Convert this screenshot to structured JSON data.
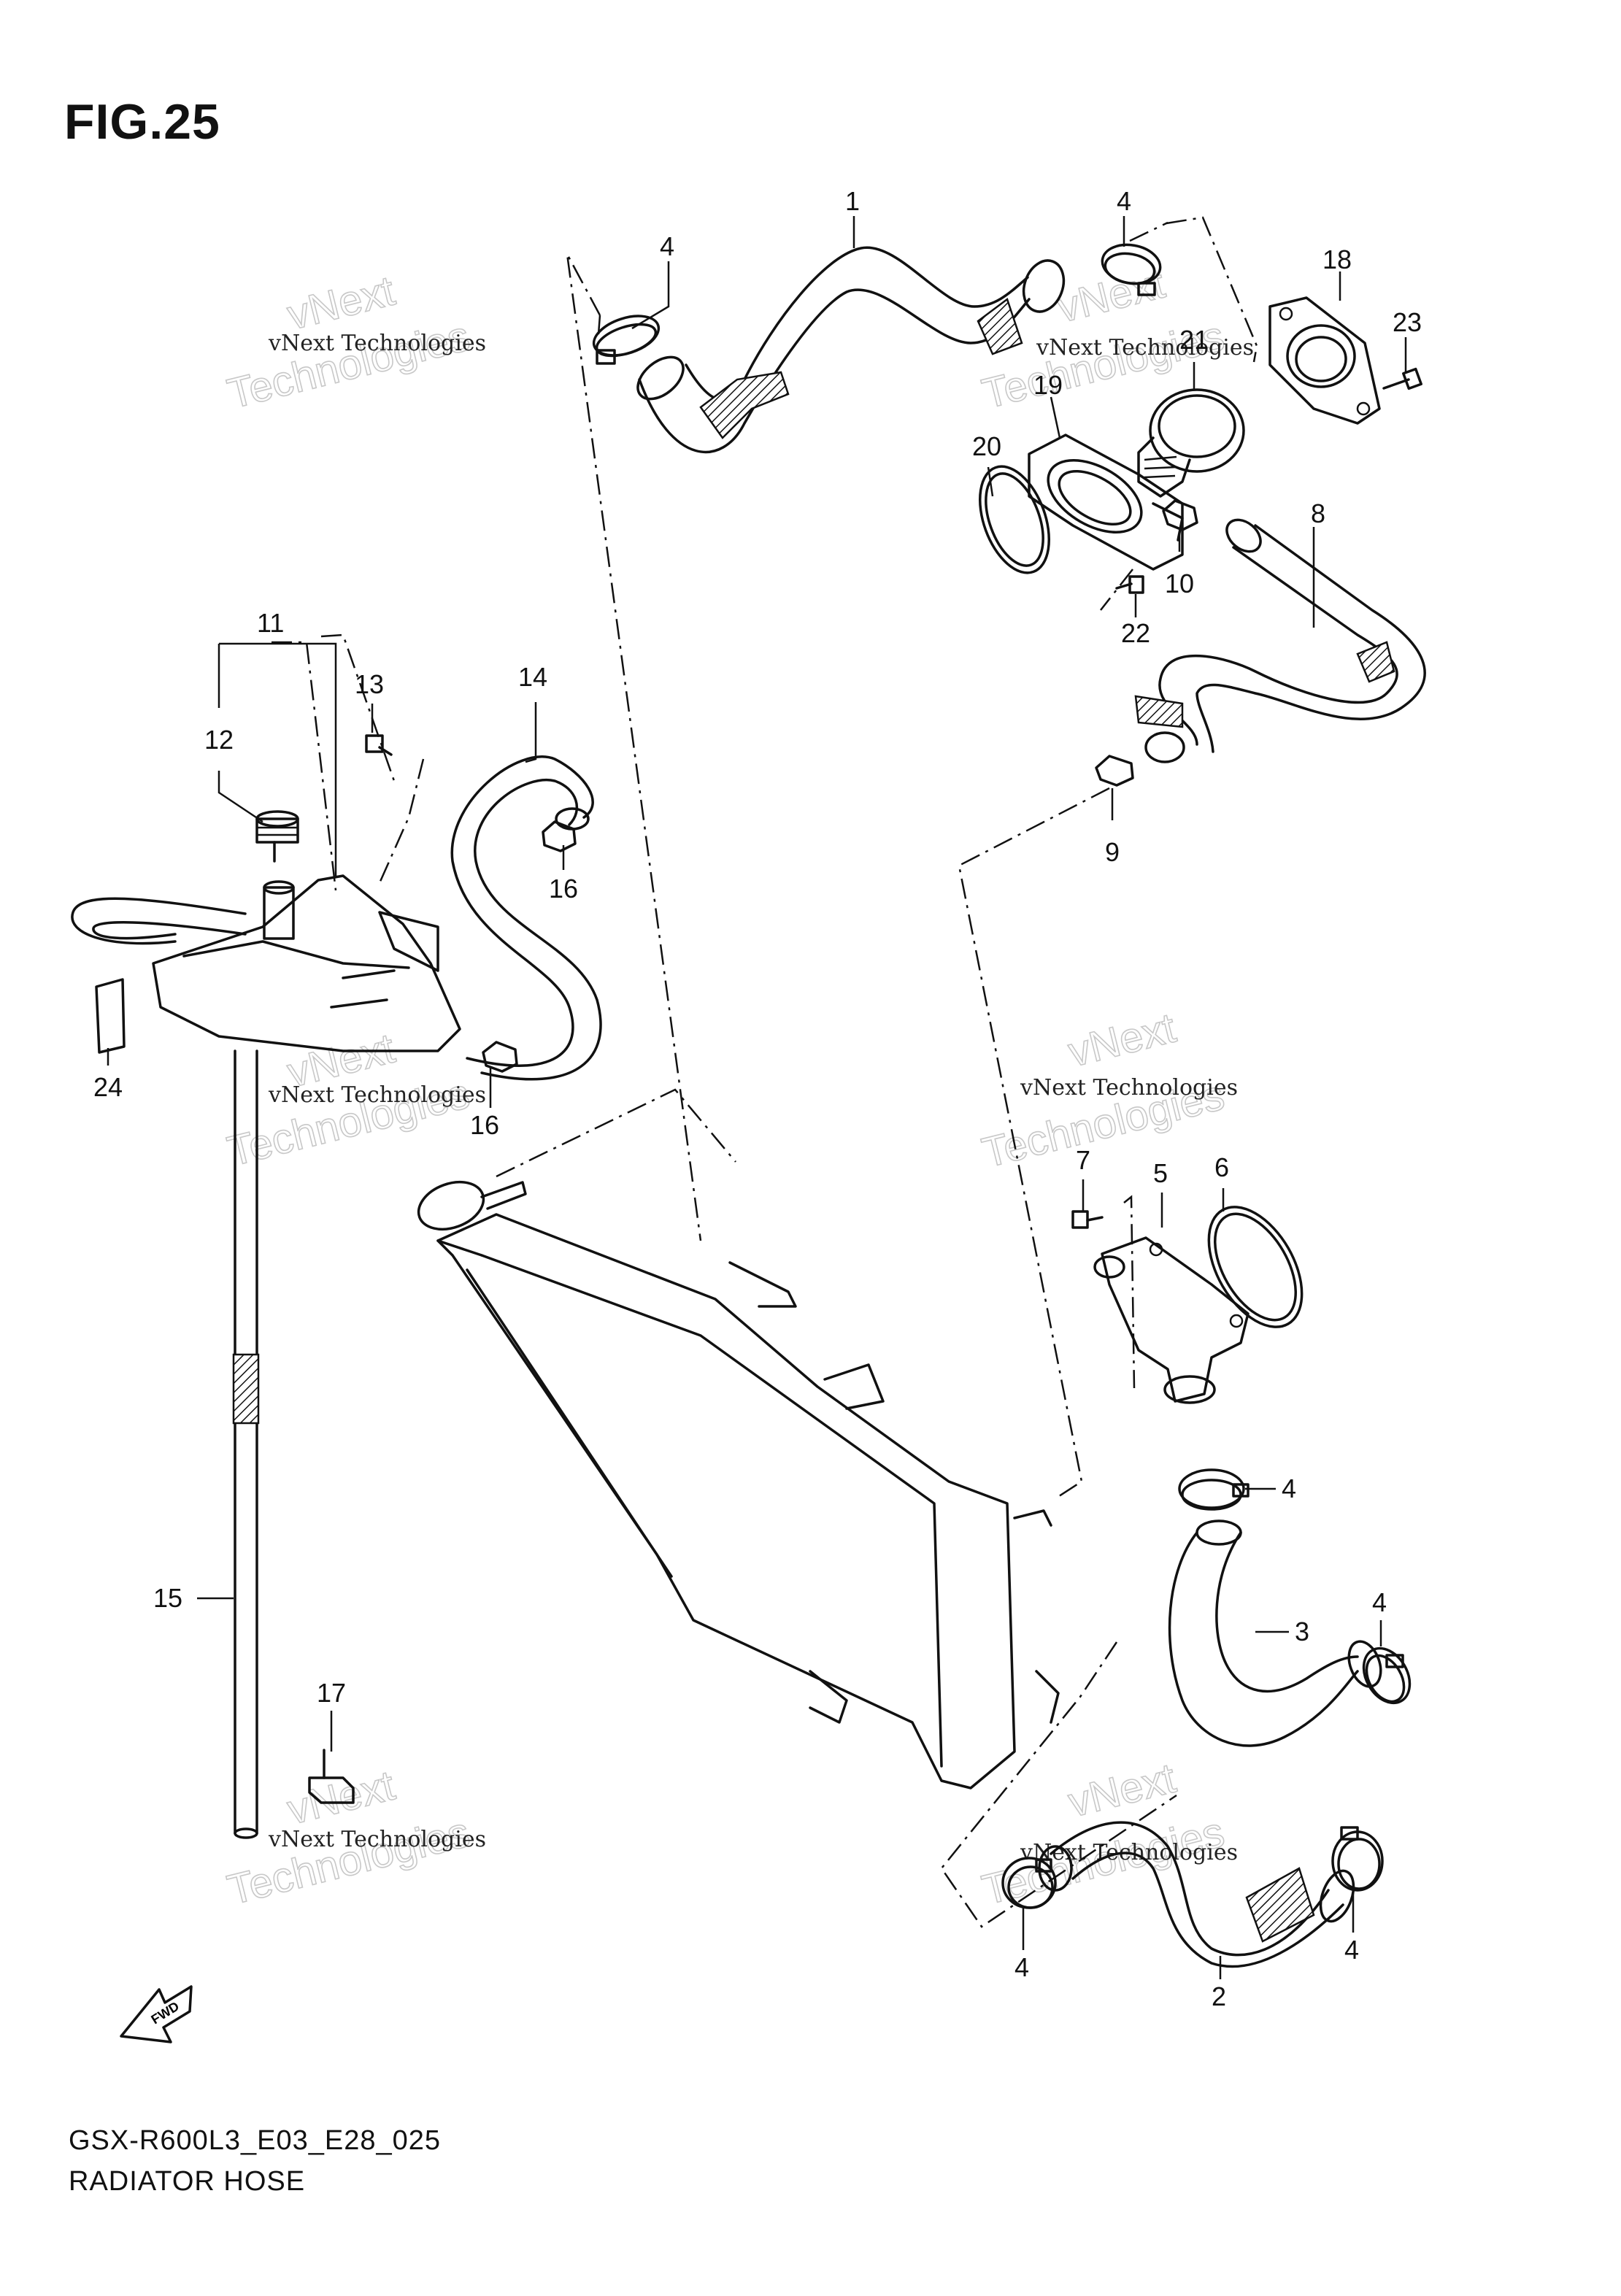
{
  "figure": {
    "title": "FIG.25",
    "model_code": "GSX-R600L3_E03_E28_025",
    "diagram_name": "RADIATOR HOSE",
    "fwd_arrow_label": "FWD"
  },
  "callouts": [
    "1",
    "2",
    "3",
    "4",
    "4",
    "4",
    "4",
    "4",
    "4",
    "5",
    "6",
    "7",
    "8",
    "9",
    "10",
    "11",
    "12",
    "13",
    "14",
    "15",
    "16",
    "16",
    "17",
    "18",
    "19",
    "20",
    "21",
    "22",
    "23",
    "24"
  ],
  "watermark": {
    "text": "vNext Technologies",
    "big_line1": "vNext",
    "big_line2": "Technologies"
  }
}
